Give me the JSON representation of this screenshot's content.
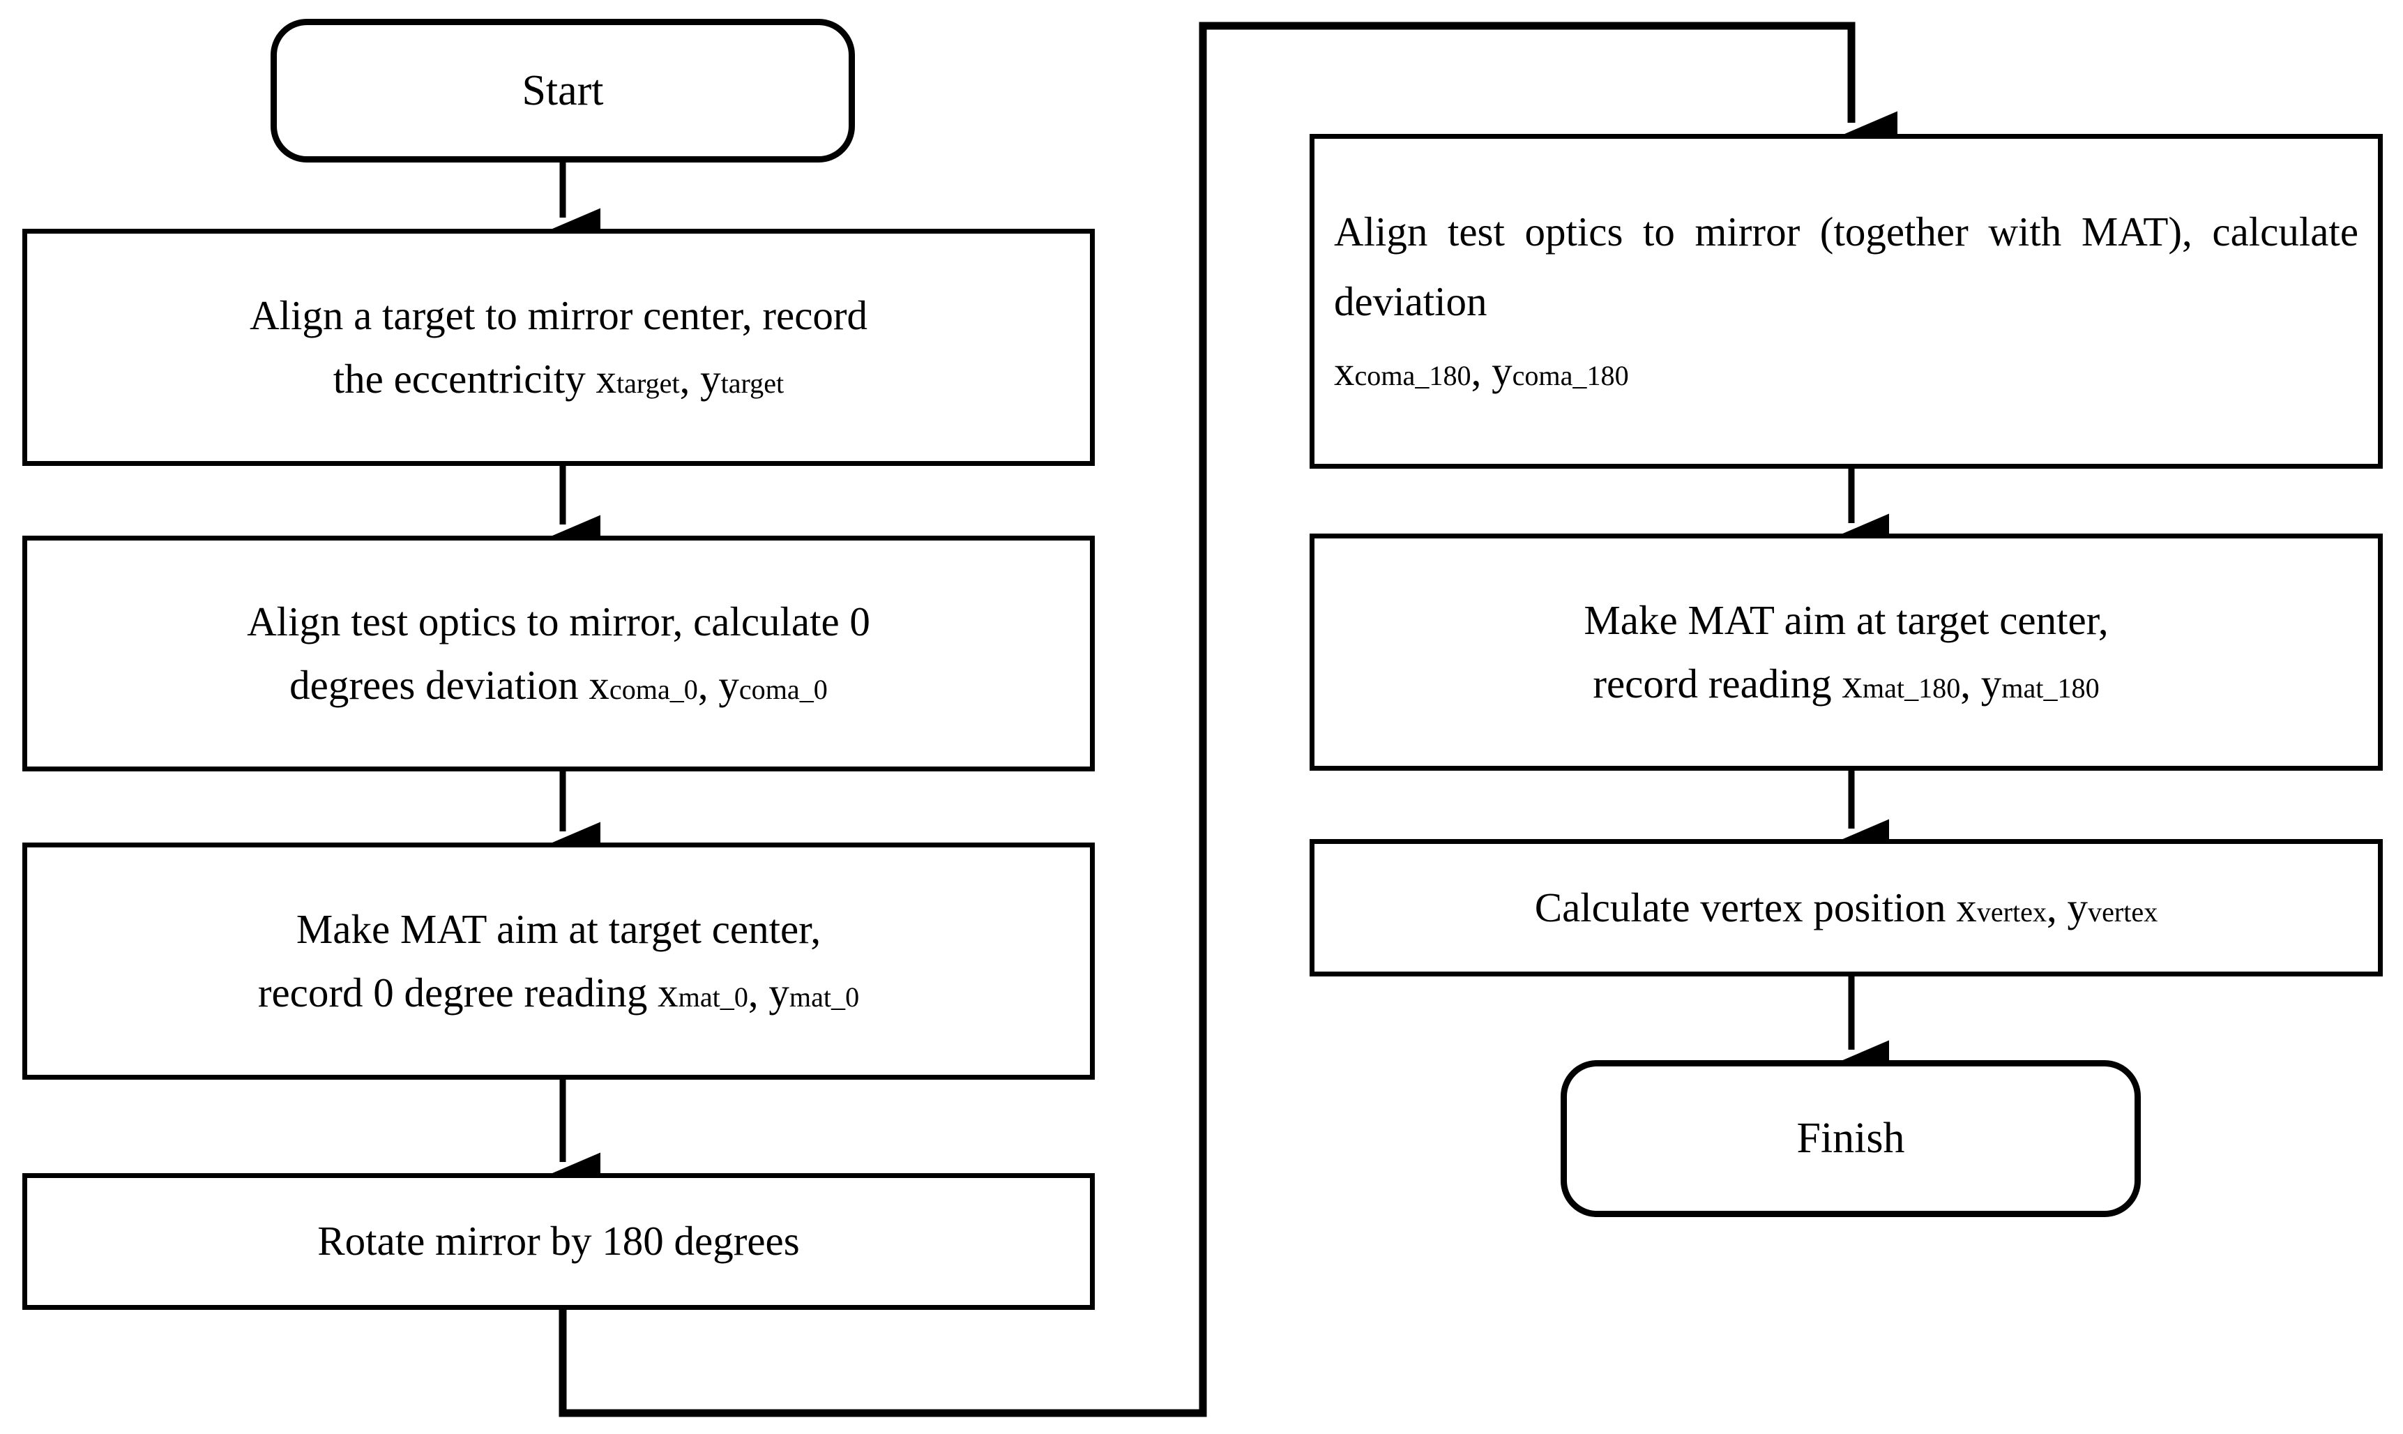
{
  "diagram": {
    "title": "Mirror vertex measurement procedure flowchart",
    "stroke_color": "#000000",
    "background_color": "#ffffff",
    "nodes": [
      {
        "id": "start",
        "shape": "terminator",
        "label": "Start"
      },
      {
        "id": "align-target",
        "shape": "process",
        "line1": "Align a target to mirror center, record",
        "line2_pre": "the eccentricity x",
        "line2_sub1": "target",
        "line2_mid": ", y",
        "line2_sub2": "target"
      },
      {
        "id": "align-optics-0",
        "shape": "process",
        "line1": "Align test optics to mirror, calculate 0",
        "line2_pre": "degrees deviation x",
        "line2_sub1": "coma_0",
        "line2_mid": ", y",
        "line2_sub2": "coma_0"
      },
      {
        "id": "mat-aim-0",
        "shape": "process",
        "line1": "Make MAT aim at target center,",
        "line2_pre": "record 0 degree reading x",
        "line2_sub1": "mat_0",
        "line2_mid": ", y",
        "line2_sub2": "mat_0"
      },
      {
        "id": "rotate-mirror",
        "shape": "process",
        "label": "Rotate mirror by 180 degrees"
      },
      {
        "id": "align-optics-180",
        "shape": "process",
        "line1": "Align test optics to mirror (together",
        "line2": "with MAT), calculate deviation",
        "line3_pre": "x",
        "line3_sub1": "coma_180",
        "line3_mid": ", y",
        "line3_sub2": "coma_180"
      },
      {
        "id": "mat-aim-180",
        "shape": "process",
        "line1": "Make MAT aim at target center,",
        "line2_pre": "record reading x",
        "line2_sub1": "mat_180",
        "line2_mid": ", y",
        "line2_sub2": "mat_180"
      },
      {
        "id": "calc-vertex",
        "shape": "process",
        "line1_pre": "Calculate vertex position x",
        "line1_sub1": "vertex",
        "line1_mid": ", y",
        "line1_sub2": "vertex"
      },
      {
        "id": "finish",
        "shape": "terminator",
        "label": "Finish"
      }
    ],
    "edges": [
      {
        "from": "start",
        "to": "align-target",
        "type": "straight-down",
        "arrow": true
      },
      {
        "from": "align-target",
        "to": "align-optics-0",
        "type": "straight-down",
        "arrow": true
      },
      {
        "from": "align-optics-0",
        "to": "mat-aim-0",
        "type": "straight-down",
        "arrow": true
      },
      {
        "from": "mat-aim-0",
        "to": "rotate-mirror",
        "type": "straight-down",
        "arrow": true
      },
      {
        "from": "rotate-mirror",
        "to": "align-optics-180",
        "type": "loop-around-bottom-right-top",
        "arrow": true
      },
      {
        "from": "align-optics-180",
        "to": "mat-aim-180",
        "type": "straight-down",
        "arrow": true
      },
      {
        "from": "mat-aim-180",
        "to": "calc-vertex",
        "type": "straight-down",
        "arrow": true
      },
      {
        "from": "calc-vertex",
        "to": "finish",
        "type": "straight-down",
        "arrow": true
      }
    ]
  }
}
